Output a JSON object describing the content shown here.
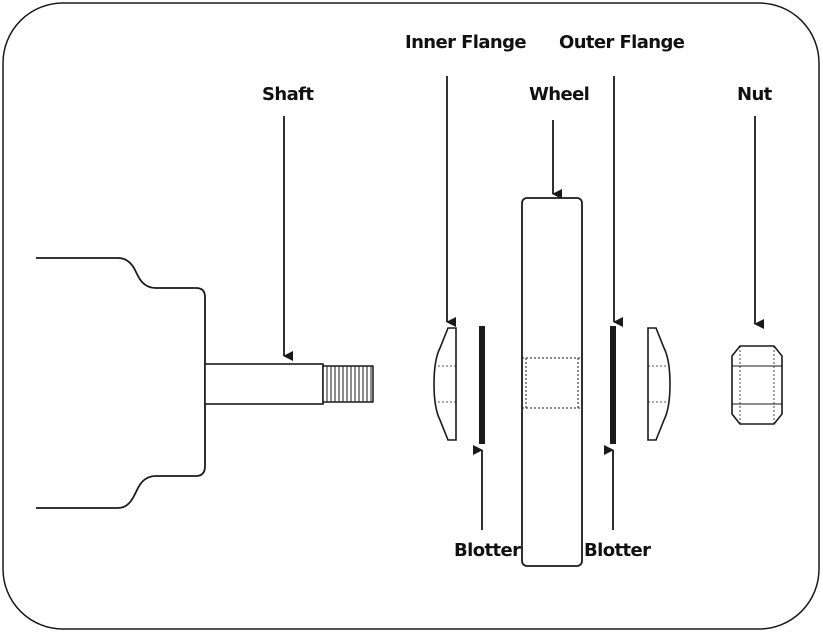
{
  "labels": {
    "shaft": "Shaft",
    "inner_flange": "Inner Flange",
    "outer_flange": "Outer Flange",
    "wheel": "Wheel",
    "nut": "Nut",
    "blotter_left": "Blotter",
    "blotter_right": "Blotter"
  },
  "colors": {
    "line": "#1a1a1a",
    "background": "#ffffff"
  }
}
